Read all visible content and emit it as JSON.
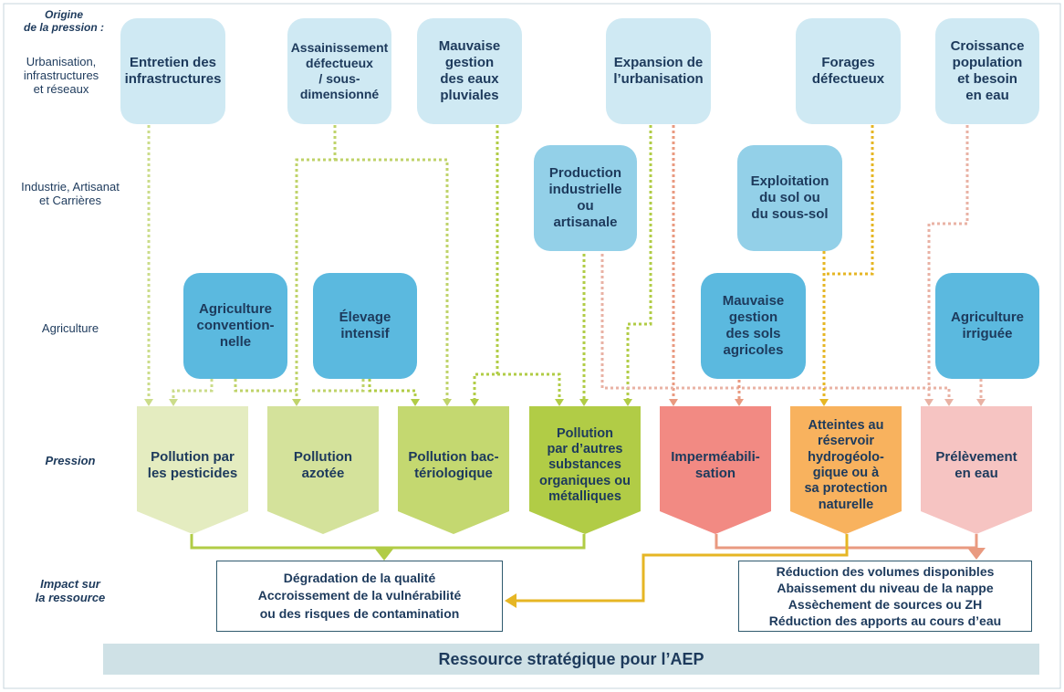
{
  "rows": {
    "origin_header": "Origine\nde la pression :",
    "urbanisation": "Urbanisation,\ninfrastructures\net réseaux",
    "industrie": "Industrie, Artisanat\net Carrières",
    "agriculture": "Agriculture",
    "pression": "Pression",
    "impact": "Impact sur\nla ressource"
  },
  "sources_urban": [
    "Entretien des\ninfrastructures",
    "Assainissement\ndéfectueux\n/ sous-\ndimensionné",
    "Mauvaise\ngestion\ndes eaux\npluviales",
    "Expansion de\nl’urbanisation",
    "Forages\ndéfectueux",
    "Croissance\npopulation\net besoin\nen eau"
  ],
  "sources_industry": [
    "Production\nindustrielle\nou\nartisanale",
    "Exploitation\ndu sol ou\ndu sous-sol"
  ],
  "sources_agri": [
    "Agriculture\nconvention-\nnelle",
    "Élevage\nintensif",
    "Mauvaise\ngestion\ndes sols\nagricoles",
    "Agriculture\nirriguée"
  ],
  "pressures": [
    {
      "label": "Pollution par\nles pesticides",
      "color": "#e4ecc0"
    },
    {
      "label": "Pollution\nazotée",
      "color": "#d4e29b"
    },
    {
      "label": "Pollution bac-\ntériologique",
      "color": "#c4d870"
    },
    {
      "label": "Pollution\npar d’autres\nsubstances\norganiques ou\nmétalliques",
      "color": "#b1cc46"
    },
    {
      "label": "Imperméabili-\nsation",
      "color": "#f28a83"
    },
    {
      "label": "Atteintes au\nréservoir\nhydrogéolo-\ngique ou à\nsa protection\nnaturelle",
      "color": "#f8b25e"
    },
    {
      "label": "Prélèvement\nen eau",
      "color": "#f6c4c2"
    }
  ],
  "impacts": {
    "quality": [
      "Dégradation de la qualité",
      "Accroissement de la vulnérabilité\nou des risques de contamination"
    ],
    "quantity": [
      "Réduction des volumes disponibles",
      "Abaissement du niveau de la nappe",
      "Assèchement de sources ou ZH",
      "Réduction des apports au cours d’eau"
    ]
  },
  "banner": "Ressource stratégique pour l’AEP",
  "colors": {
    "light_blue": "#cfe9f3",
    "mid_blue": "#93d0e8",
    "dark_blue": "#5bb9df",
    "green_line": "#b1cc46",
    "yellow_line": "#e6b624",
    "salmon_line": "#e99a80",
    "frame": "#2f5a6e"
  }
}
